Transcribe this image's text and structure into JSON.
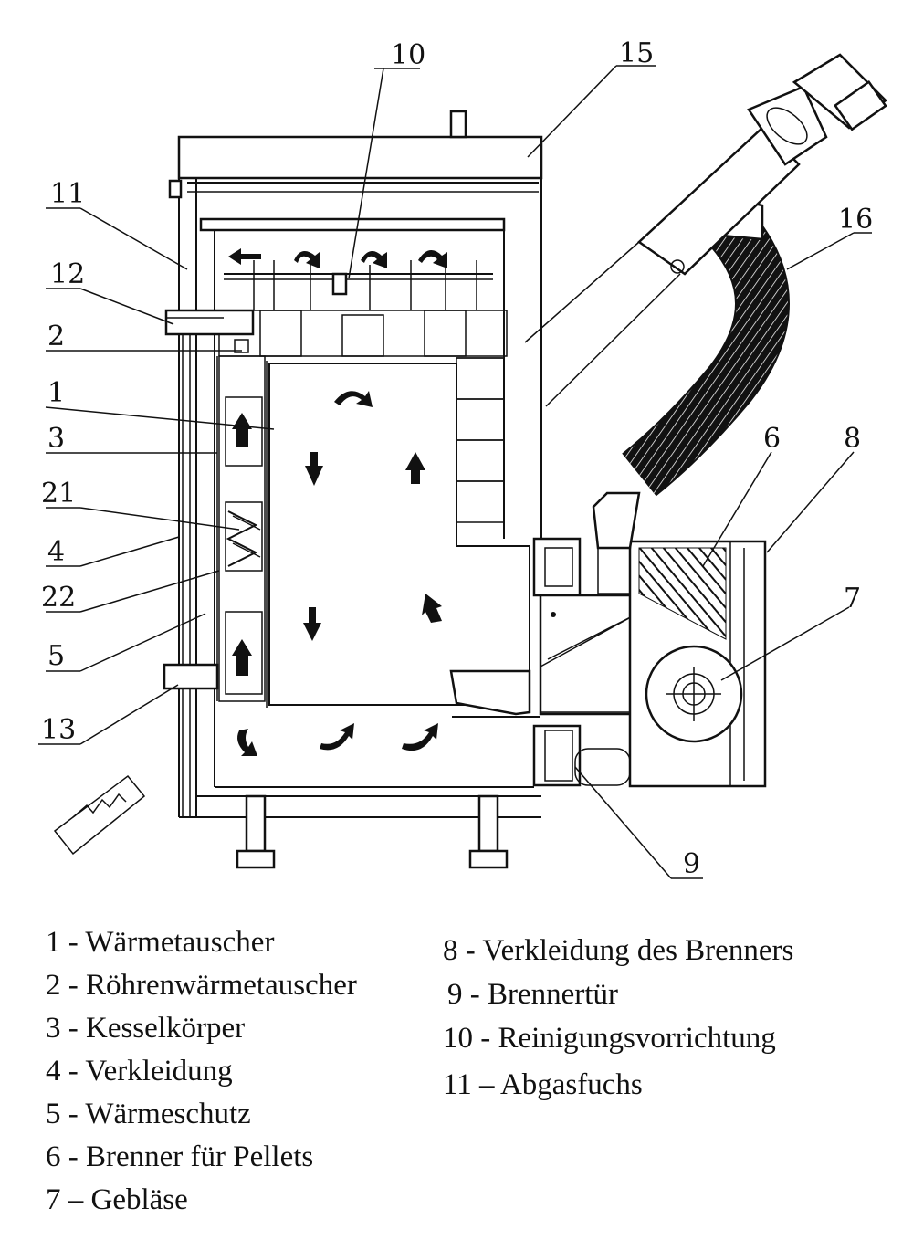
{
  "callouts": {
    "n1": "1",
    "n2": "2",
    "n3": "3",
    "n4": "4",
    "n5": "5",
    "n6": "6",
    "n7": "7",
    "n8": "8",
    "n9": "9",
    "n10": "10",
    "n11": "11",
    "n12": "12",
    "n13": "13",
    "n15": "15",
    "n16": "16",
    "n21": "21",
    "n22": "22"
  },
  "legend": {
    "items": [
      "1 - Wärmetauscher",
      "2 - Röhrenwärmetauscher",
      "3 - Kesselkörper",
      "4 - Verkleidung",
      "5 - Wärmeschutz",
      "6 - Brenner für Pellets",
      "7 – Gebläse",
      "8 - Verkleidung des Brenners",
      "9 - Brennertür",
      "10 - Reinigungsvorrichtung",
      "11 – Abgasfuchs"
    ]
  }
}
